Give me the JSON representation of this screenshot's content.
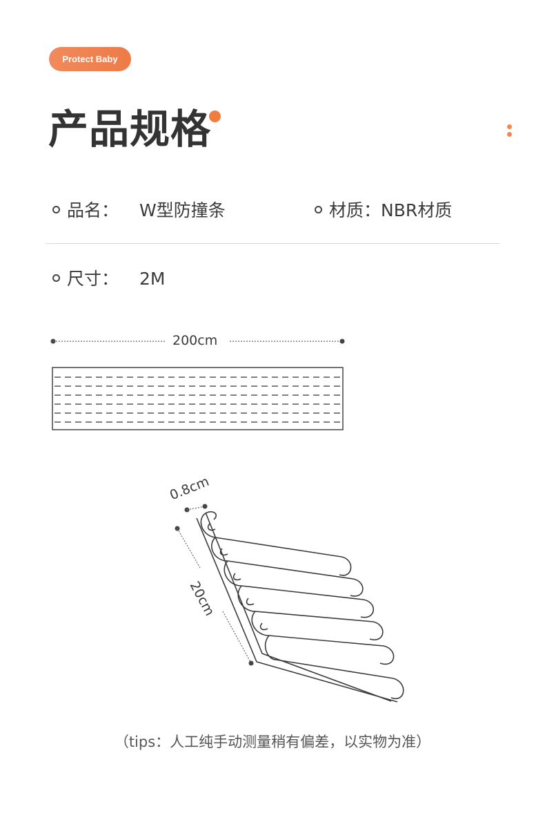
{
  "badge": "Protect Baby",
  "title": "产品规格",
  "specs": {
    "name_label": "品名：",
    "name_value": "W型防撞条",
    "material_label": "材质：",
    "material_value": "NBR材质",
    "size_label": "尺寸：",
    "size_value": "2M"
  },
  "diagram": {
    "length_label": "200cm",
    "width_label": "0.8cm",
    "depth_label": "20cm"
  },
  "tips": "（tips：人工纯手动测量稍有偏差，以实物为准）",
  "colors": {
    "accent": "#ef7d3f",
    "text": "#3a3a3a",
    "line": "#444444"
  }
}
